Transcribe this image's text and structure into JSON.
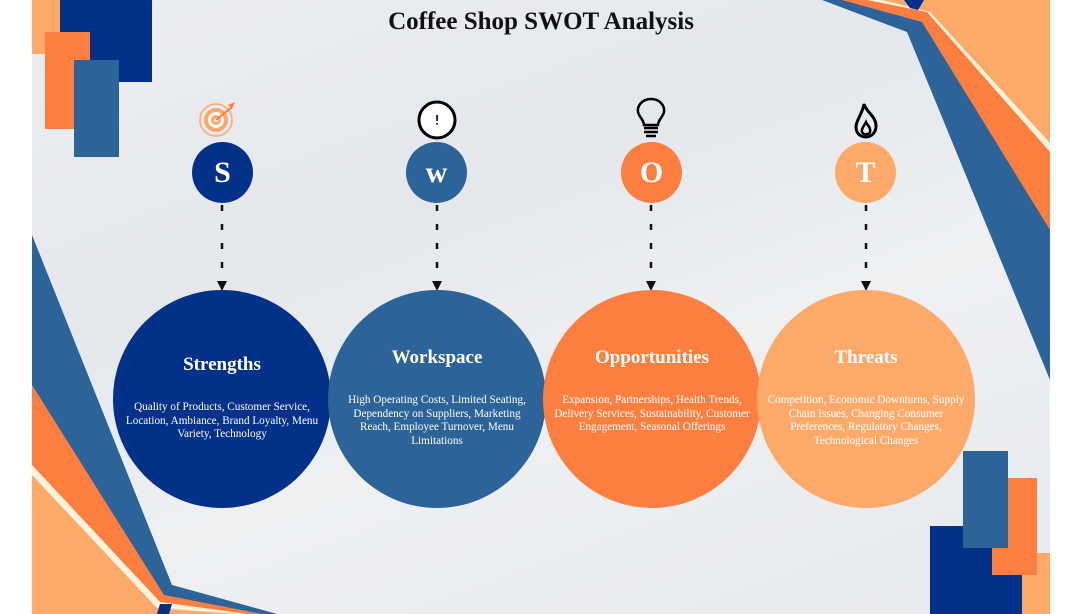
{
  "title": "Coffee Shop SWOT Analysis",
  "colors": {
    "navy": "#02318a",
    "steel_blue": "#2c6399",
    "orange": "#fd7f3f",
    "peach": "#fda96a",
    "cream": "#fdf3dc"
  },
  "quadrants": [
    {
      "letter": "S",
      "icon": "target-icon",
      "heading": "Strengths",
      "text": "Quality of Products, Customer Service, Location, Ambiance, Brand Loyalty, Menu Variety, Technology",
      "color": "#02318a"
    },
    {
      "letter": "w",
      "icon": "alert-circle-icon",
      "icon_glyph": "!",
      "heading": "Workspace",
      "text": "High Operating Costs, Limited Seating, Dependency on Suppliers, Marketing Reach, Employee Turnover, Menu Limitations",
      "color": "#2c6399"
    },
    {
      "letter": "O",
      "icon": "lightbulb-icon",
      "heading": "Opportunities",
      "text": "Expansion, Partnerships, Health Trends, Delivery Services, Sustainability, Customer Engagement, Seasonal Offerings",
      "color": "#fd7f3f"
    },
    {
      "letter": "T",
      "icon": "flame-icon",
      "heading": "Threats",
      "text": "Competition, Economic Downturns, Supply Chain Issues, Changing Consumer Preferences, Regulatory Changes, Technological Changes",
      "color": "#fda96a"
    }
  ]
}
